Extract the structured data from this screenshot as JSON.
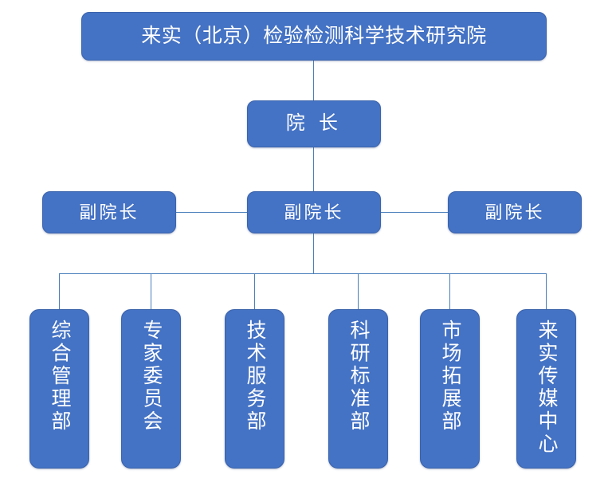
{
  "org_chart": {
    "type": "organization-chart",
    "root": {
      "label": "来实（北京）检验检测科学技术研究院"
    },
    "director": {
      "label": "院 长"
    },
    "vice_directors": [
      {
        "label": "副院长",
        "position": "left"
      },
      {
        "label": "副院长",
        "position": "center"
      },
      {
        "label": "副院长",
        "position": "right"
      }
    ],
    "departments": [
      {
        "label": "综合管理部"
      },
      {
        "label": "专家委员会"
      },
      {
        "label": "技术服务部"
      },
      {
        "label": "科研标准部"
      },
      {
        "label": "市场拓展部"
      },
      {
        "label": "来实传媒中心"
      }
    ],
    "colors": {
      "node_fill": "#4472c4",
      "node_border": "#3b63ab",
      "node_text": "#ffffff",
      "connector": "#4a7ebb",
      "background": "#ffffff"
    }
  }
}
